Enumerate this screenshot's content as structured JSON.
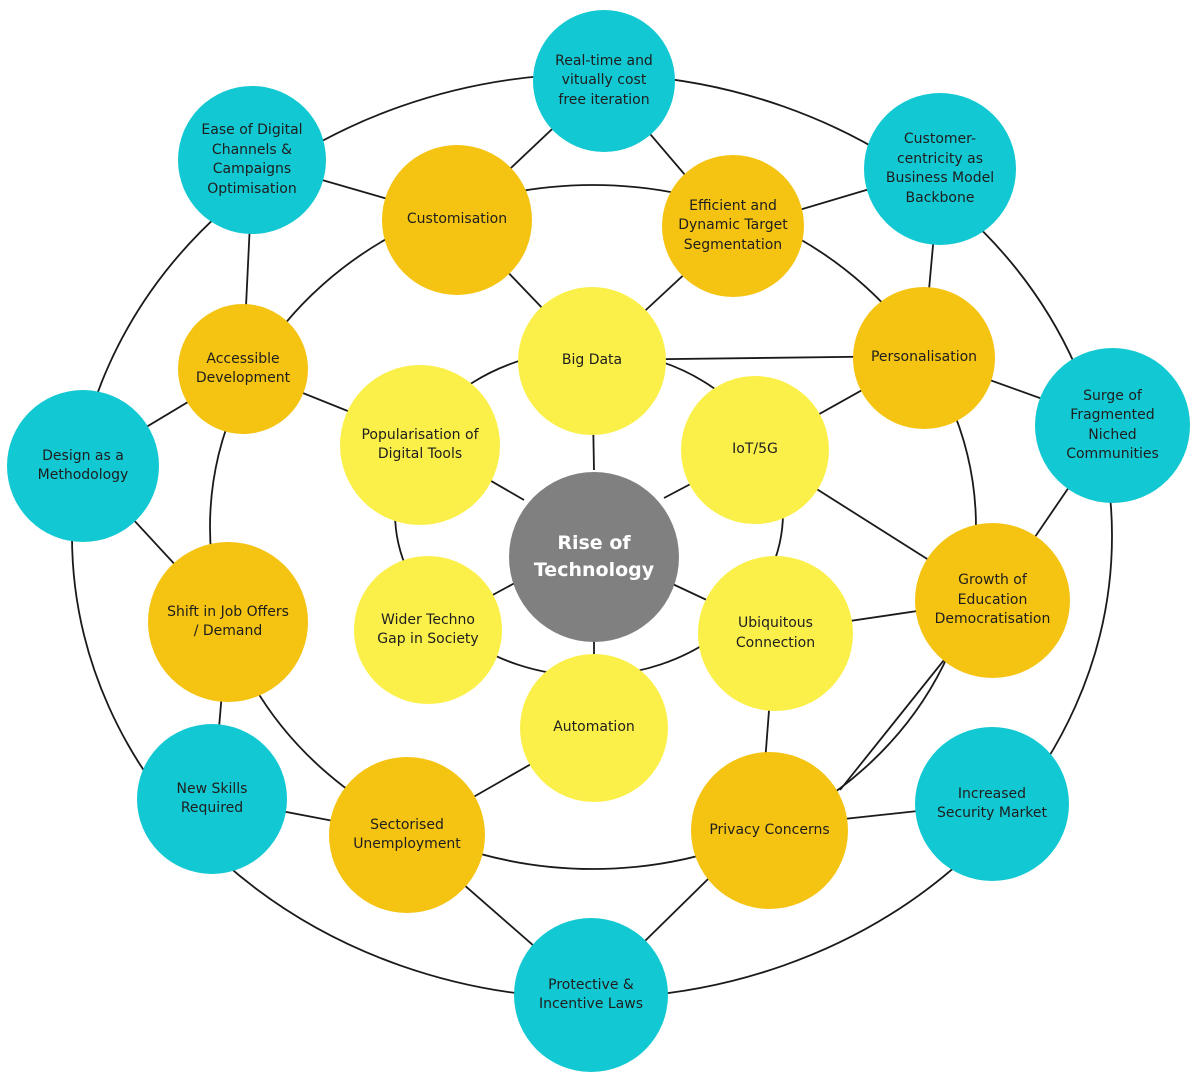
{
  "colors": {
    "center": "#808080",
    "inner": "#fbf04a",
    "middle": "#f5c311",
    "outer": "#12c8d2",
    "line": "#1a1a1a"
  },
  "nodes": {
    "center": "Rise of\nTechnology",
    "big_data": "Big Data",
    "popularisation": "Popularisation of\nDigital Tools",
    "iot": "IoT/5G",
    "wider_gap": "Wider Techno\nGap in Society",
    "ubiquitous": "Ubiquitous\nConnection",
    "automation": "Automation",
    "customisation": "Customisation",
    "efficient": "Efficient and\nDynamic Target\nSegmentation",
    "accessible": "Accessible\nDevelopment",
    "personalisation": "Personalisation",
    "shift_jobs": "Shift in Job Offers\n/ Demand",
    "growth_edu": "Growth of\nEducation\nDemocratisation",
    "sectorised": "Sectorised\nUnemployment",
    "privacy": "Privacy Concerns",
    "realtime": "Real-time and\nvitually cost\nfree iteration",
    "ease_digital": "Ease of Digital\nChannels &\nCampaigns\nOptimisation",
    "customer_centric": "Customer-\ncentricity as\nBusiness Model\nBackbone",
    "design_method": "Design as a\nMethodology",
    "surge": "Surge of\nFragmented\nNiched\nCommunities",
    "new_skills": "New Skills\nRequired",
    "security": "Increased\nSecurity Market",
    "protective": "Protective &\nIncentive Laws"
  }
}
